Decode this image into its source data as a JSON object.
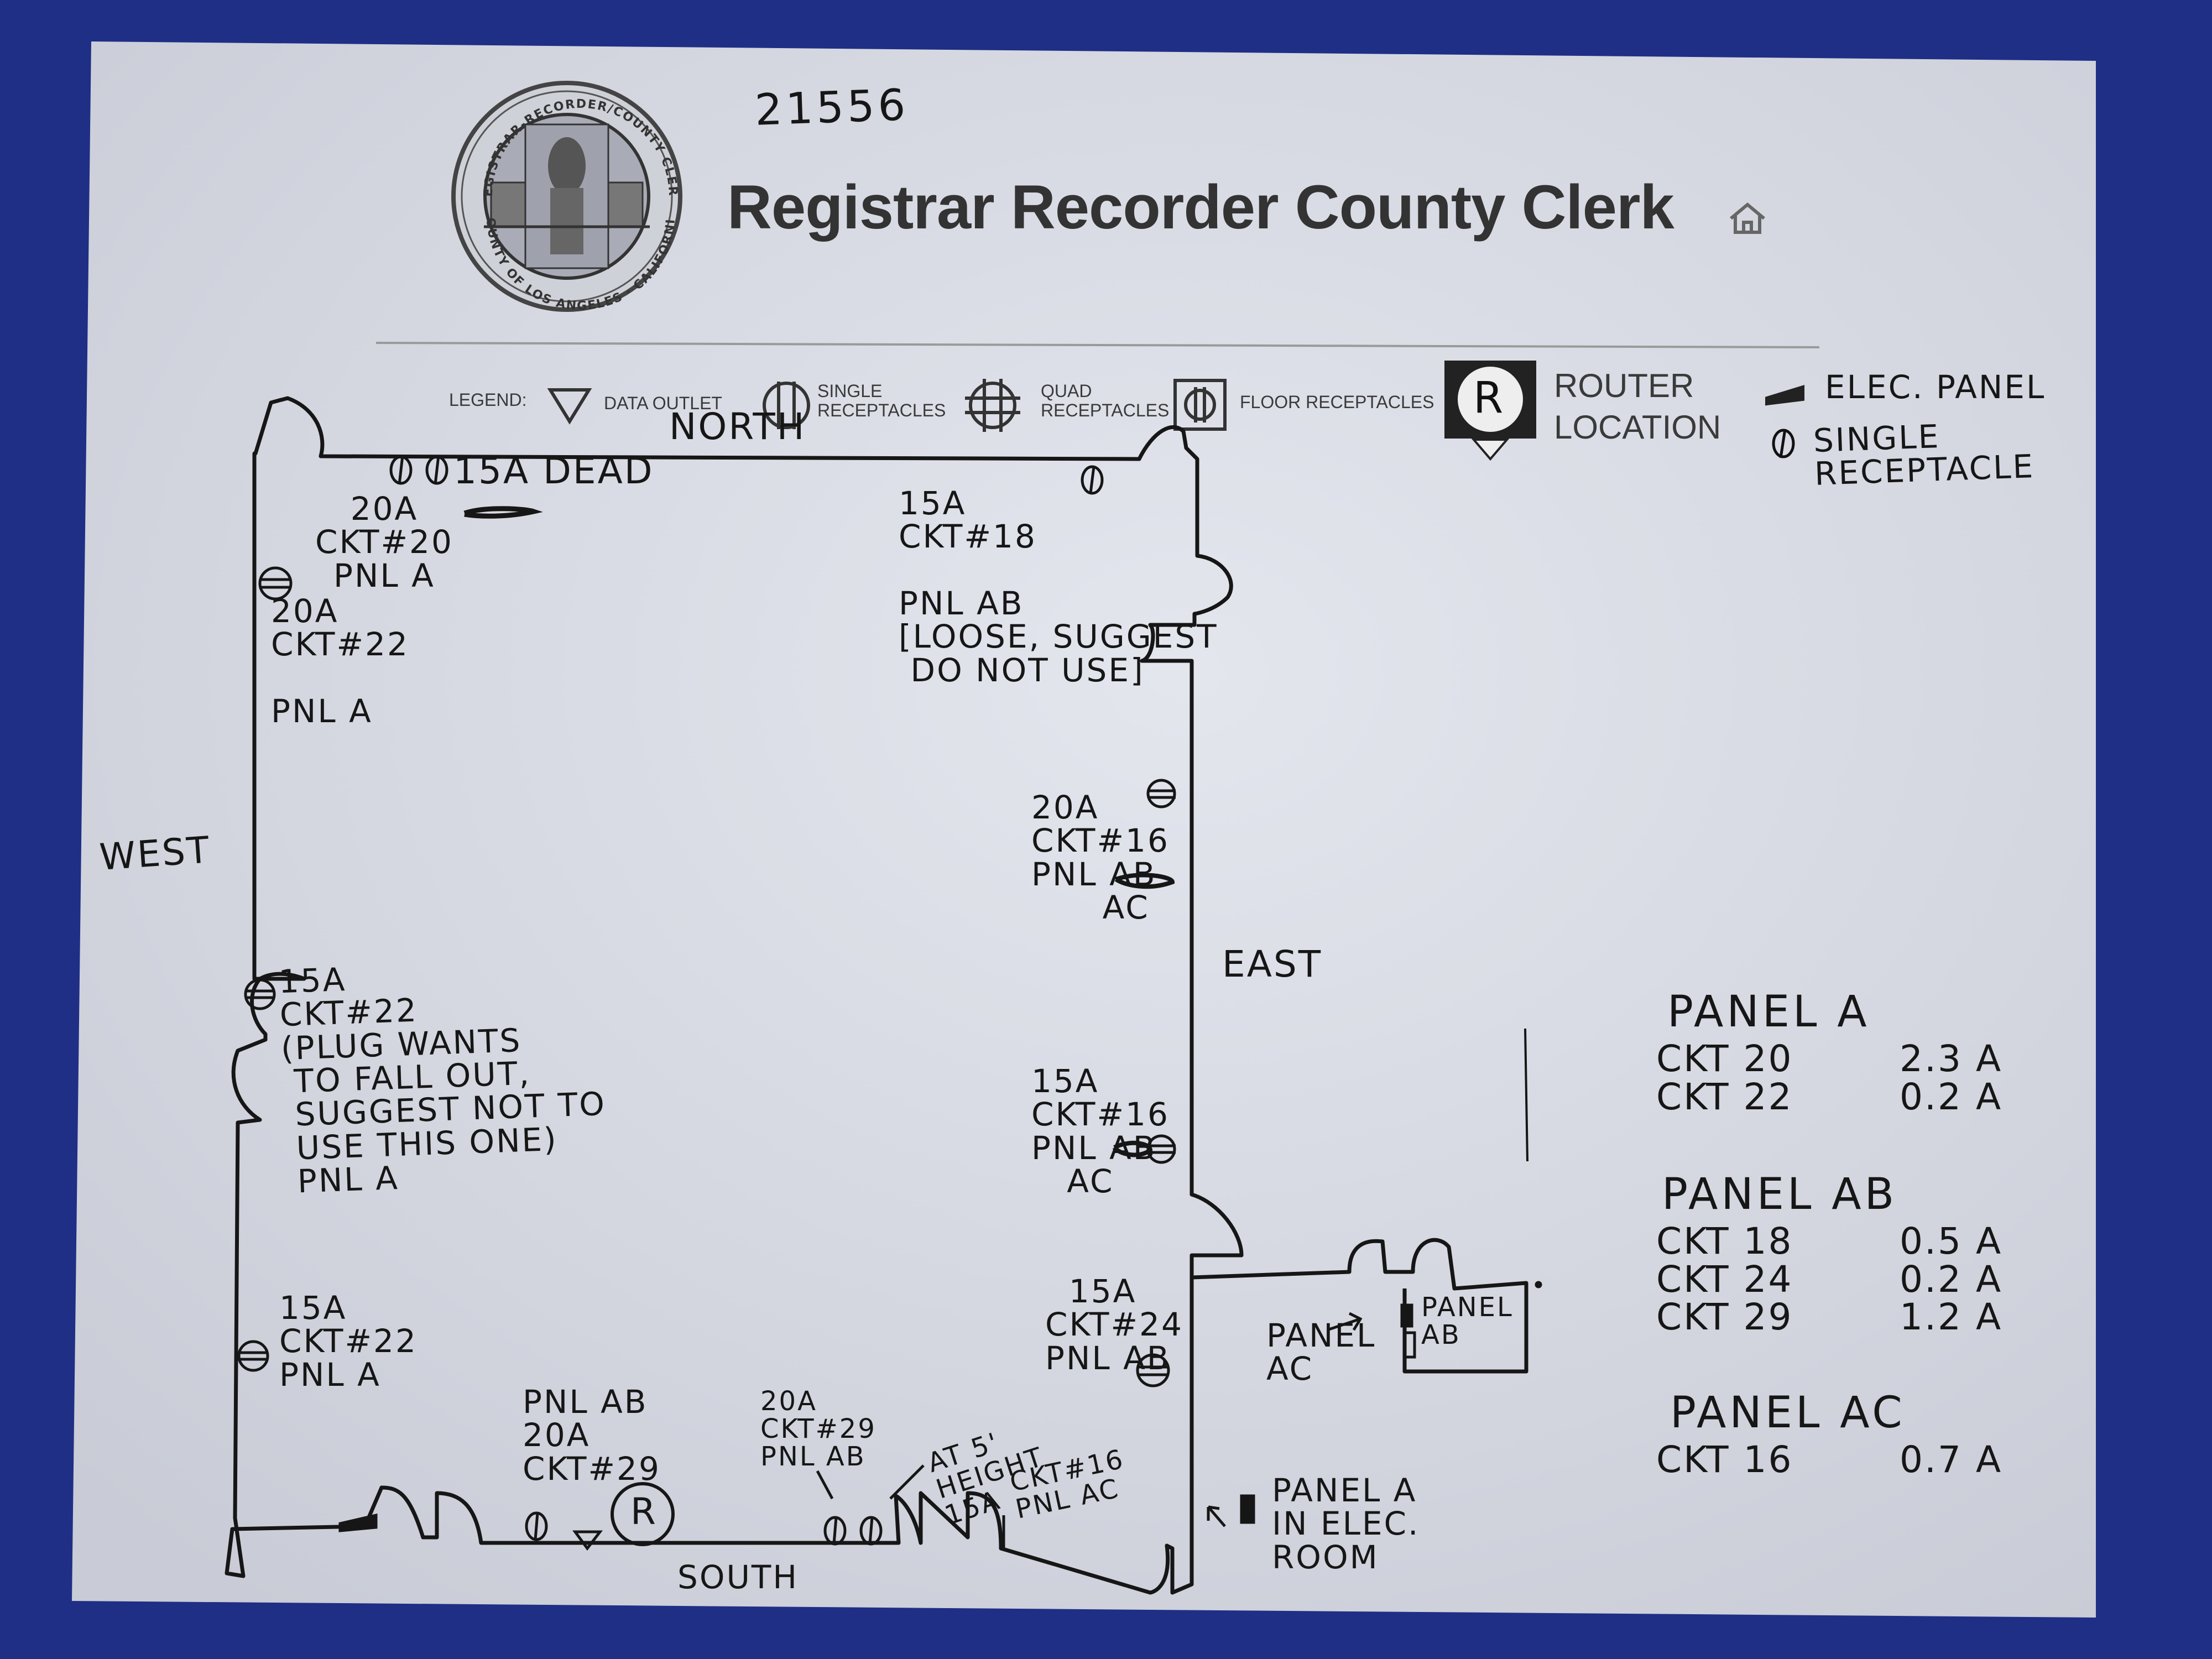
{
  "document": {
    "ref_number": "21556",
    "title": "Registrar Recorder County Clerk",
    "seal": {
      "top_text": "REGISTRAR-RECORDER/COUNTY CLERK",
      "bottom_text": "COUNTY OF LOS ANGELES · CALIFORNIA"
    },
    "legend": {
      "label": "LEGEND:",
      "data_outlet": "DATA OUTLET",
      "single_receptacles": "SINGLE\nRECEPTACLES",
      "quad_receptacles": "QUAD\nRECEPTACLES",
      "floor_receptacles": "FLOOR RECEPTACLES",
      "router_location": "ROUTER\nLOCATION",
      "router_symbol": "R",
      "elec_panel": "ELEC. PANEL",
      "single_receptacle_hw": "SINGLE\nRECEPTACLE"
    }
  },
  "compass": {
    "north": "NORTH",
    "south": "SOUTH",
    "east": "EAST",
    "west": "WEST"
  },
  "annotations": {
    "n_dead": "15A DEAD",
    "nw_ckt20": "20A\nCKT#20\nPNL A",
    "w_top": "20A\nCKT#22\n\nPNL A",
    "ne_ckt18": "15A\nCKT#18\n\nPNL AB\n[LOOSE, SUGGEST\n DO NOT USE]",
    "e_ckt16_upper": "20A\nCKT#16\nPNL AB\n      AC",
    "w_mid": "15A\nCKT#22\n(PLUG WANTS\n TO FALL OUT,\n SUGGEST NOT TO\n USE THIS ONE)\n PNL A",
    "e_ckt16_lower": "15A\nCKT#16\nPNL AB\n   AC",
    "w_low": "15A\nCKT#22\nPNL A",
    "e_ckt24": "  15A\nCKT#24\nPNL AB",
    "s_ckt29_left": "PNL AB\n20A\nCKT#29",
    "s_ckt29_mid": "20A\nCKT#29\nPNL AB",
    "s_height": "AT 5'\nHEIGHT\n15A",
    "s_ckt16": "CKT#16\nPNL AC",
    "panel_ac": "PANEL\nAC",
    "panel_ab": "PANEL\nAB",
    "panel_a_room": "PANEL A\nIN ELEC.\nROOM",
    "router_symbol": "R"
  },
  "panel_summary": [
    {
      "panel": "PANEL A",
      "circuits": [
        {
          "ckt": "CKT 20",
          "amps": "2.3 A"
        },
        {
          "ckt": "CKT 22",
          "amps": "0.2 A"
        }
      ]
    },
    {
      "panel": "PANEL AB",
      "circuits": [
        {
          "ckt": "CKT 18",
          "amps": "0.5 A"
        },
        {
          "ckt": "CKT 24",
          "amps": "0.2 A"
        },
        {
          "ckt": "CKT 29",
          "amps": "1.2 A"
        }
      ]
    },
    {
      "panel": "PANEL AC",
      "circuits": [
        {
          "ckt": "CKT 16",
          "amps": "0.7 A"
        }
      ]
    }
  ],
  "colors": {
    "background": "#1f2f86",
    "paper": "#dcdee6",
    "ink": "#161616"
  }
}
